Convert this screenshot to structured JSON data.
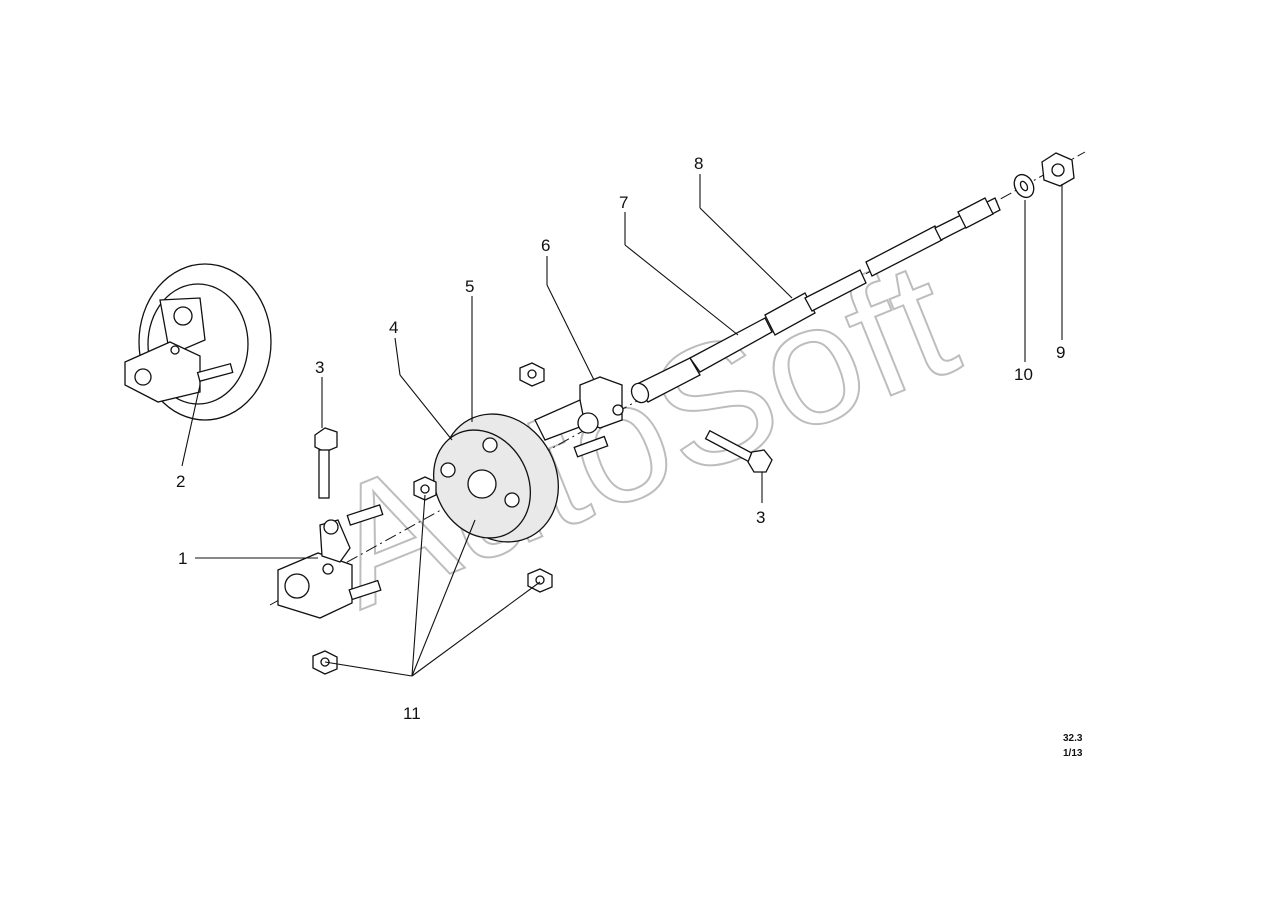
{
  "diagram": {
    "callouts": [
      "1",
      "2",
      "3",
      "3",
      "4",
      "5",
      "6",
      "7",
      "8",
      "9",
      "10",
      "11"
    ],
    "reference": [
      "32.3",
      "1/13"
    ],
    "watermark": "AutoSoft"
  }
}
